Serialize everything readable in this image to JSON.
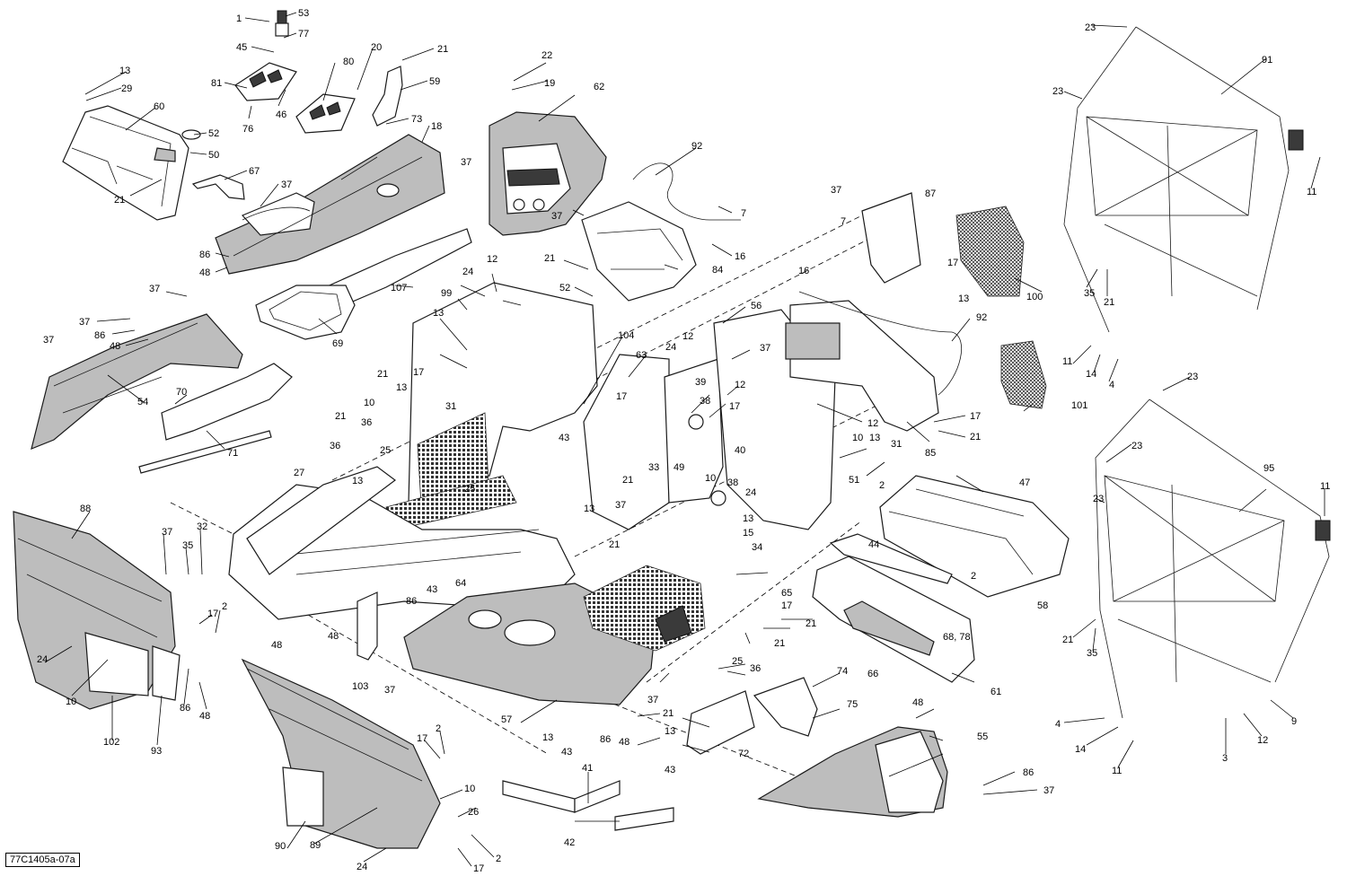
{
  "diagram_code": "77C1405a-07a",
  "callouts": [
    {
      "id": "c1",
      "text": "1"
    },
    {
      "id": "c53",
      "text": "53"
    },
    {
      "id": "c77",
      "text": "77"
    },
    {
      "id": "c45",
      "text": "45"
    },
    {
      "id": "c13a",
      "text": "13"
    },
    {
      "id": "c29",
      "text": "29"
    },
    {
      "id": "c81",
      "text": "81"
    },
    {
      "id": "c20",
      "text": "20"
    },
    {
      "id": "c80",
      "text": "80"
    },
    {
      "id": "c21a",
      "text": "21"
    },
    {
      "id": "c59",
      "text": "59"
    },
    {
      "id": "c46",
      "text": "46"
    },
    {
      "id": "c76",
      "text": "76"
    },
    {
      "id": "c60",
      "text": "60"
    },
    {
      "id": "c73",
      "text": "73"
    },
    {
      "id": "c52a",
      "text": "52"
    },
    {
      "id": "c50",
      "text": "50"
    },
    {
      "id": "c18",
      "text": "18"
    },
    {
      "id": "c67",
      "text": "67"
    },
    {
      "id": "c37a",
      "text": "37"
    },
    {
      "id": "c21b",
      "text": "21"
    },
    {
      "id": "c86a",
      "text": "86"
    },
    {
      "id": "c48a",
      "text": "48"
    },
    {
      "id": "c22",
      "text": "22"
    },
    {
      "id": "c19",
      "text": "19"
    },
    {
      "id": "c62",
      "text": "62"
    },
    {
      "id": "c37b",
      "text": "37"
    },
    {
      "id": "c37c",
      "text": "37"
    },
    {
      "id": "c92a",
      "text": "92"
    },
    {
      "id": "c7a",
      "text": "7"
    },
    {
      "id": "c16a",
      "text": "16"
    },
    {
      "id": "c21c",
      "text": "21"
    },
    {
      "id": "c84",
      "text": "84"
    },
    {
      "id": "c52b",
      "text": "52"
    },
    {
      "id": "c24a",
      "text": "24"
    },
    {
      "id": "c12a",
      "text": "12"
    },
    {
      "id": "c99",
      "text": "99"
    },
    {
      "id": "c107",
      "text": "107"
    },
    {
      "id": "c69",
      "text": "69"
    },
    {
      "id": "c37d",
      "text": "37"
    },
    {
      "id": "c37e",
      "text": "37"
    },
    {
      "id": "c86b",
      "text": "86"
    },
    {
      "id": "c48b",
      "text": "48"
    },
    {
      "id": "c37f",
      "text": "37"
    },
    {
      "id": "c54",
      "text": "54"
    },
    {
      "id": "c70",
      "text": "70"
    },
    {
      "id": "c71",
      "text": "71"
    },
    {
      "id": "c13b",
      "text": "13"
    },
    {
      "id": "c21d",
      "text": "21"
    },
    {
      "id": "c17a",
      "text": "17"
    },
    {
      "id": "c10a",
      "text": "10"
    },
    {
      "id": "c13c",
      "text": "13"
    },
    {
      "id": "c21e",
      "text": "21"
    },
    {
      "id": "c36a",
      "text": "36"
    },
    {
      "id": "c25a",
      "text": "25"
    },
    {
      "id": "c36b",
      "text": "36"
    },
    {
      "id": "c31a",
      "text": "31"
    },
    {
      "id": "c27",
      "text": "27"
    },
    {
      "id": "c13d",
      "text": "13"
    },
    {
      "id": "c25b",
      "text": "25"
    },
    {
      "id": "c104",
      "text": "104"
    },
    {
      "id": "c43a",
      "text": "43"
    },
    {
      "id": "c17b",
      "text": "17"
    },
    {
      "id": "c63",
      "text": "63"
    },
    {
      "id": "c21f",
      "text": "21"
    },
    {
      "id": "c13e",
      "text": "13"
    },
    {
      "id": "c37g",
      "text": "37"
    },
    {
      "id": "c64",
      "text": "64"
    },
    {
      "id": "c21g",
      "text": "21"
    },
    {
      "id": "c43b",
      "text": "43"
    },
    {
      "id": "c86c",
      "text": "86"
    },
    {
      "id": "c48c",
      "text": "48"
    },
    {
      "id": "c48d",
      "text": "48"
    },
    {
      "id": "c103",
      "text": "103"
    },
    {
      "id": "c37h",
      "text": "37"
    },
    {
      "id": "c56",
      "text": "56"
    },
    {
      "id": "c24b",
      "text": "24"
    },
    {
      "id": "c12b",
      "text": "12"
    },
    {
      "id": "c37i",
      "text": "37"
    },
    {
      "id": "c39",
      "text": "39"
    },
    {
      "id": "c38a",
      "text": "38"
    },
    {
      "id": "c12c",
      "text": "12"
    },
    {
      "id": "c17c",
      "text": "17"
    },
    {
      "id": "c40",
      "text": "40"
    },
    {
      "id": "c33",
      "text": "33"
    },
    {
      "id": "c49",
      "text": "49"
    },
    {
      "id": "c10b",
      "text": "10"
    },
    {
      "id": "c38b",
      "text": "38"
    },
    {
      "id": "c24c",
      "text": "24"
    },
    {
      "id": "c13f",
      "text": "13"
    },
    {
      "id": "c15",
      "text": "15"
    },
    {
      "id": "c34",
      "text": "34"
    },
    {
      "id": "c65",
      "text": "65"
    },
    {
      "id": "c17d",
      "text": "17"
    },
    {
      "id": "c21h",
      "text": "21"
    },
    {
      "id": "c21i",
      "text": "21"
    },
    {
      "id": "c25c",
      "text": "25"
    },
    {
      "id": "c36c",
      "text": "36"
    },
    {
      "id": "c57",
      "text": "57"
    },
    {
      "id": "c37j",
      "text": "37"
    },
    {
      "id": "c21j",
      "text": "21"
    },
    {
      "id": "c13g",
      "text": "13"
    },
    {
      "id": "c43c",
      "text": "43"
    },
    {
      "id": "c86d",
      "text": "86"
    },
    {
      "id": "c48e",
      "text": "48"
    },
    {
      "id": "c13h",
      "text": "13"
    },
    {
      "id": "c43d",
      "text": "43"
    },
    {
      "id": "c37k",
      "text": "37"
    },
    {
      "id": "c87",
      "text": "87"
    },
    {
      "id": "c7b",
      "text": "7"
    },
    {
      "id": "c16b",
      "text": "16"
    },
    {
      "id": "c17e",
      "text": "17"
    },
    {
      "id": "c13i",
      "text": "13"
    },
    {
      "id": "c92b",
      "text": "92"
    },
    {
      "id": "c100",
      "text": "100"
    },
    {
      "id": "c101",
      "text": "101"
    },
    {
      "id": "c12d",
      "text": "12"
    },
    {
      "id": "c10c",
      "text": "10"
    },
    {
      "id": "c13j",
      "text": "13"
    },
    {
      "id": "c31b",
      "text": "31"
    },
    {
      "id": "c51",
      "text": "51"
    },
    {
      "id": "c85",
      "text": "85"
    },
    {
      "id": "c17f",
      "text": "17"
    },
    {
      "id": "c21k",
      "text": "21"
    },
    {
      "id": "c2a",
      "text": "2"
    },
    {
      "id": "c47",
      "text": "47"
    },
    {
      "id": "c44",
      "text": "44"
    },
    {
      "id": "c2b",
      "text": "2"
    },
    {
      "id": "c58",
      "text": "58"
    },
    {
      "id": "c68",
      "text": "68, 78"
    },
    {
      "id": "c66",
      "text": "66"
    },
    {
      "id": "c61",
      "text": "61"
    },
    {
      "id": "c74",
      "text": "74"
    },
    {
      "id": "c75",
      "text": "75"
    },
    {
      "id": "c72",
      "text": "72"
    },
    {
      "id": "c48f",
      "text": "48"
    },
    {
      "id": "c55",
      "text": "55"
    },
    {
      "id": "c86e",
      "text": "86"
    },
    {
      "id": "c37l",
      "text": "37"
    },
    {
      "id": "c41",
      "text": "41"
    },
    {
      "id": "c42",
      "text": "42"
    },
    {
      "id": "c88",
      "text": "88"
    },
    {
      "id": "c37m",
      "text": "37"
    },
    {
      "id": "c35a",
      "text": "35"
    },
    {
      "id": "c32",
      "text": "32"
    },
    {
      "id": "c17g",
      "text": "17"
    },
    {
      "id": "c2c",
      "text": "2"
    },
    {
      "id": "c24d",
      "text": "24"
    },
    {
      "id": "c10d",
      "text": "10"
    },
    {
      "id": "c102",
      "text": "102"
    },
    {
      "id": "c93",
      "text": "93"
    },
    {
      "id": "c86f",
      "text": "86"
    },
    {
      "id": "c48g",
      "text": "48"
    },
    {
      "id": "c17h",
      "text": "17"
    },
    {
      "id": "c2d",
      "text": "2"
    },
    {
      "id": "c10e",
      "text": "10"
    },
    {
      "id": "c26",
      "text": "26"
    },
    {
      "id": "c2e",
      "text": "2"
    },
    {
      "id": "c90",
      "text": "90"
    },
    {
      "id": "c89",
      "text": "89"
    },
    {
      "id": "c24e",
      "text": "24"
    },
    {
      "id": "c17i",
      "text": "17"
    },
    {
      "id": "c23a",
      "text": "23"
    },
    {
      "id": "c91",
      "text": "91"
    },
    {
      "id": "c23b",
      "text": "23"
    },
    {
      "id": "c11a",
      "text": "11"
    },
    {
      "id": "c35b",
      "text": "35"
    },
    {
      "id": "c21l",
      "text": "21"
    },
    {
      "id": "c11b",
      "text": "11"
    },
    {
      "id": "c14a",
      "text": "14"
    },
    {
      "id": "c4a",
      "text": "4"
    },
    {
      "id": "c23c",
      "text": "23"
    },
    {
      "id": "c23d",
      "text": "23"
    },
    {
      "id": "c95",
      "text": "95"
    },
    {
      "id": "c23e",
      "text": "23"
    },
    {
      "id": "c11c",
      "text": "11"
    },
    {
      "id": "c21m",
      "text": "21"
    },
    {
      "id": "c35c",
      "text": "35"
    },
    {
      "id": "c4b",
      "text": "4"
    },
    {
      "id": "c14b",
      "text": "14"
    },
    {
      "id": "c11d",
      "text": "11"
    },
    {
      "id": "c3",
      "text": "3"
    },
    {
      "id": "c12e",
      "text": "12"
    },
    {
      "id": "c9",
      "text": "9"
    }
  ]
}
